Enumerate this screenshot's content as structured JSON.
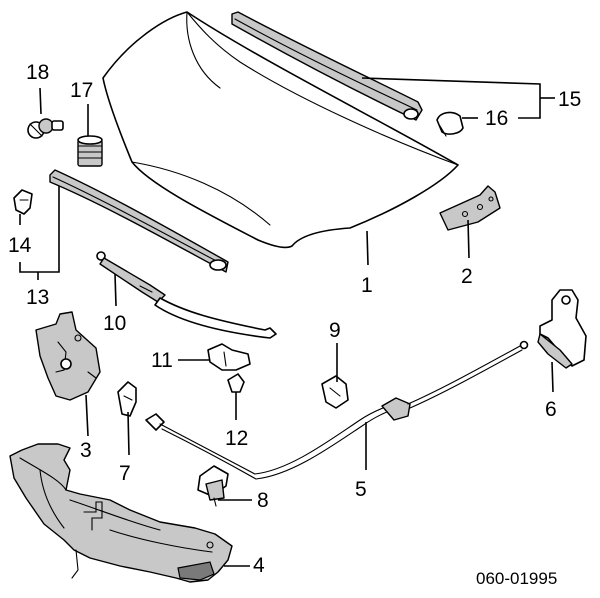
{
  "diagram_code": "060-01995",
  "callouts": {
    "c1": "1",
    "c2": "2",
    "c3": "3",
    "c4": "4",
    "c5": "5",
    "c6": "6",
    "c7": "7",
    "c8": "8",
    "c9": "9",
    "c10": "10",
    "c11": "11",
    "c12": "12",
    "c13": "13",
    "c14": "14",
    "c15": "15",
    "c16": "16",
    "c17": "17",
    "c18": "18"
  }
}
